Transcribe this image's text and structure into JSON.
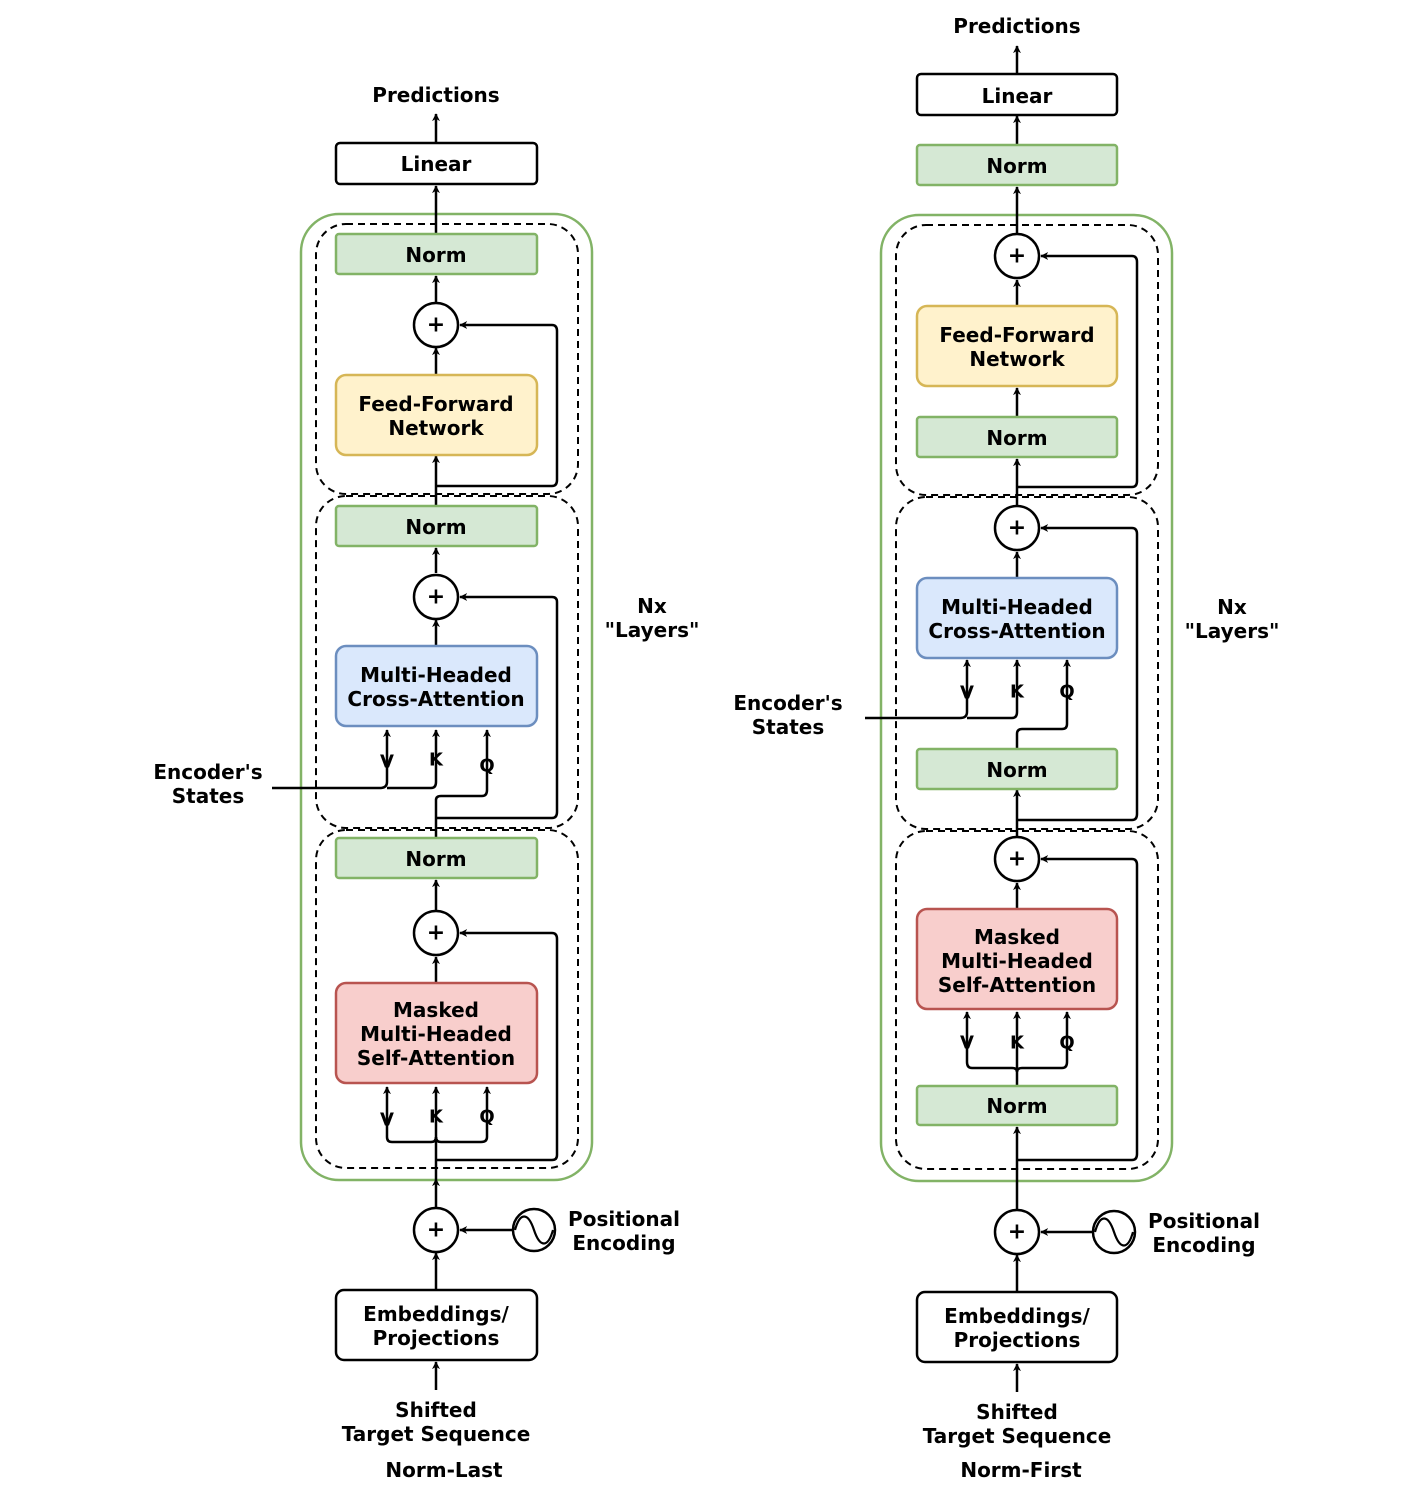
{
  "diagrams": {
    "norm_last": {
      "caption": "Norm-Last",
      "predictions": "Predictions",
      "linear": "Linear",
      "norm_top": "Norm",
      "ffn": [
        "Feed-Forward",
        "Network"
      ],
      "norm_after_cross": "Norm",
      "cross_attention": [
        "Multi-Headed",
        "Cross-Attention"
      ],
      "norm_after_self": "Norm",
      "self_attention": [
        "Masked",
        "Multi-Headed",
        "Self-Attention"
      ],
      "embeddings": [
        "Embeddings/",
        "Projections"
      ],
      "input": [
        "Shifted",
        "Target Sequence"
      ],
      "positional_encoding": [
        "Positional",
        "Encoding"
      ],
      "encoder_states": [
        "Encoder's",
        "States"
      ],
      "layers_label": [
        "Nx",
        "\"Layers\""
      ],
      "qkv_cross": [
        "V",
        "K",
        "Q"
      ],
      "qkv_self": [
        "V",
        "K",
        "Q"
      ],
      "plus": "+"
    },
    "norm_first": {
      "caption": "Norm-First",
      "predictions": "Predictions",
      "linear": "Linear",
      "norm_final": "Norm",
      "ffn": [
        "Feed-Forward",
        "Network"
      ],
      "norm_before_ffn": "Norm",
      "cross_attention": [
        "Multi-Headed",
        "Cross-Attention"
      ],
      "norm_before_cross": "Norm",
      "self_attention": [
        "Masked",
        "Multi-Headed",
        "Self-Attention"
      ],
      "norm_before_self": "Norm",
      "embeddings": [
        "Embeddings/",
        "Projections"
      ],
      "input": [
        "Shifted",
        "Target Sequence"
      ],
      "positional_encoding": [
        "Positional",
        "Encoding"
      ],
      "encoder_states": [
        "Encoder's",
        "States"
      ],
      "layers_label": [
        "Nx",
        "\"Layers\""
      ],
      "qkv_cross": [
        "V",
        "K",
        "Q"
      ],
      "qkv_self": [
        "V",
        "K",
        "Q"
      ],
      "plus": "+"
    }
  },
  "colors": {
    "norm_fill": "#d5e8d4",
    "norm_stroke": "#82b366",
    "ffn_fill": "#fff2cc",
    "ffn_stroke": "#d6b656",
    "cross_fill": "#dae8fc",
    "cross_stroke": "#6c8ebf",
    "self_fill": "#f8cecc",
    "self_stroke": "#b85450",
    "layer_stroke": "#82b366",
    "line": "#000000"
  }
}
